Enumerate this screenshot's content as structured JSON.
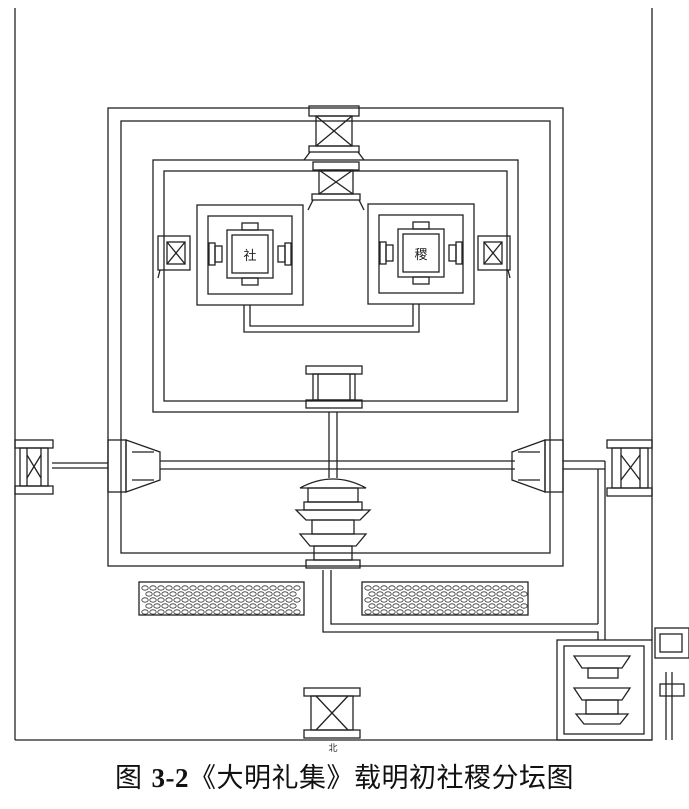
{
  "altar_labels": {
    "she": "社",
    "ji": "稷"
  },
  "direction_label": "北",
  "caption": {
    "prefix": "图 ",
    "figure_number": "3-2",
    "title": "《大明礼集》载明初社稷分坛图"
  },
  "colors": {
    "ink": "#222222",
    "paper": "#ffffff"
  }
}
